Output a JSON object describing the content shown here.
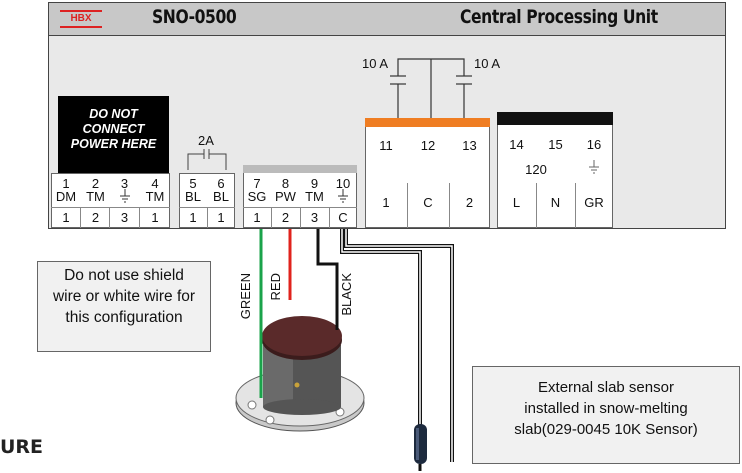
{
  "header": {
    "logo_text": "HBX",
    "model": "SNO-0500",
    "unit_name": "Central Processing Unit"
  },
  "warning": {
    "lines": [
      "DO NOT",
      "CONNECT",
      "POWER HERE"
    ]
  },
  "blocks": {
    "b1": {
      "top": [
        "1",
        "2",
        "3",
        "4"
      ],
      "names": [
        "DM",
        "TM",
        "",
        "TM"
      ],
      "bottom": [
        "1",
        "2",
        "3",
        "1"
      ],
      "ground_icon": "ground-icon"
    },
    "b2": {
      "label": "2A",
      "top": [
        "5",
        "6"
      ],
      "names": [
        "BL",
        "BL"
      ],
      "bottom": [
        "1",
        "1"
      ]
    },
    "b3": {
      "top": [
        "7",
        "8",
        "9",
        "10"
      ],
      "names": [
        "SG",
        "PW",
        "TM",
        ""
      ],
      "bottom": [
        "1",
        "2",
        "3",
        "C"
      ]
    },
    "b4": {
      "cap_left": "10 A",
      "cap_right": "10 A",
      "top": [
        "11",
        "12",
        "13"
      ],
      "bottom": [
        "1",
        "C",
        "2"
      ],
      "accent": "#ef7d22"
    },
    "b5": {
      "top": [
        "14",
        "15",
        "16"
      ],
      "voltage": "120",
      "bottom": [
        "L",
        "N",
        "GR"
      ]
    }
  },
  "wires": {
    "green": "GREEN",
    "red": "RED",
    "black": "BLACK",
    "colors": {
      "green": "#1aa34a",
      "red": "#e0231c",
      "black": "#111111"
    }
  },
  "notes": {
    "shield_note": [
      "Do not use shield",
      "wire or white wire for",
      "this configuration"
    ],
    "sensor_note": [
      "External slab sensor",
      "installed in snow-melting",
      "slab",
      "(029-0045 10K Sensor)"
    ]
  },
  "cut_text": "URE"
}
